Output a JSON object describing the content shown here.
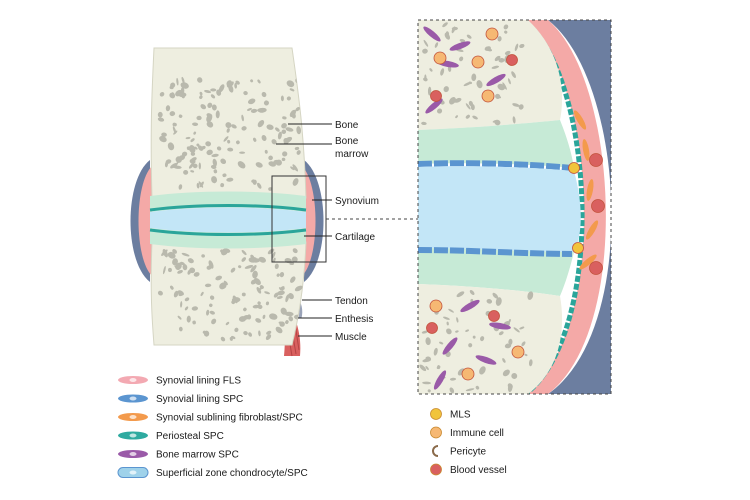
{
  "labels": {
    "bone": "Bone",
    "bone_marrow_1": "Bone",
    "bone_marrow_2": "marrow",
    "synovium": "Synovium",
    "cartilage": "Cartilage",
    "tendon": "Tendon",
    "enthesis": "Enthesis",
    "muscle": "Muscle"
  },
  "legend_left": [
    {
      "label": "Synovial lining FLS",
      "color": "#f3a9b2"
    },
    {
      "label": "Synovial lining SPC",
      "color": "#5b95d0"
    },
    {
      "label": "Synovial sublining fibroblast/SPC",
      "color": "#f39a4c"
    },
    {
      "label": "Periosteal SPC",
      "color": "#2eaaa0"
    },
    {
      "label": "Bone marrow SPC",
      "color": "#9a5aa8"
    },
    {
      "label": "Superficial zone chondrocyte/SPC",
      "color": "#9fd2ea"
    }
  ],
  "legend_right": [
    {
      "label": "MLS",
      "color": "#f1c43c"
    },
    {
      "label": "Immune cell",
      "color": "#f6b873"
    },
    {
      "label": "Pericyte",
      "color": "#8a6a4a"
    },
    {
      "label": "Blood vessel",
      "color": "#d9605f"
    }
  ],
  "colors": {
    "bone": "#eeeee0",
    "marrow_dot": "#b9b9ad",
    "cartilage": "#c6ead6",
    "cartilage_line": "#2aa59a",
    "synovial_fluid": "#c3e6f7",
    "synovium": "#f4a9a7",
    "periosteum": "#6c7ea0"
  }
}
